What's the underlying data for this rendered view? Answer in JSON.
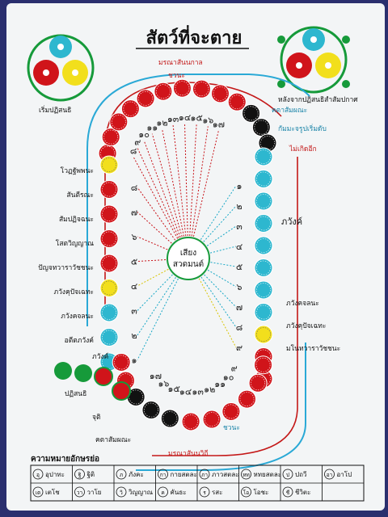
{
  "title": "สัตว์ที่จะตาย",
  "center_label_1": "เสียง",
  "center_label_2": "สวดมนต์",
  "caption_left_top": "เริ่มปฏิสนธิ",
  "caption_right_top": "หลังจากปฏิสนธิสำสัมปกาศ",
  "arc_top_label": "มรณาสันนกาล",
  "arc_top_label2": "ชวนะ",
  "arc_bottom_label": "มรณาสันนวิถี",
  "arc_bottom_label2": "ชวนะ",
  "left_labels": [
    "โวฏฐัพพนะ",
    "สันตีรณะ",
    "สัมปฏิจฉนะ",
    "โสตวิญญาณ",
    "ปัญจทวาราวัชชนะ",
    "ภวังคุปัจเฉทะ",
    "ภวังคจลนะ",
    "อตีตภวังค์"
  ],
  "right_labels_top": [
    "คตาสัมผณะ",
    "กัมมะจรูปเริ่มดับ",
    "ไม่เกิดอีก"
  ],
  "right_label_bhavanga": "ภวังค์",
  "right_labels_bottom": [
    "ภวังคจลนะ",
    "ภวังคุปัจเฉทะ",
    "มโนทวาราวัชชนะ"
  ],
  "bottom_left_labels": [
    "ภวังค์",
    "ปฏิสนธิ",
    "จุติ",
    "คตาสัมผณะ"
  ],
  "top_arc_numbers": [
    "๑๗",
    "๑๖",
    "๑๕",
    "๑๔",
    "๑๓",
    "๑๒",
    "๑๑",
    "๑๐",
    "๙",
    "๘"
  ],
  "left_numbers": [
    "๘",
    "๗",
    "๖",
    "๕",
    "๔",
    "๓",
    "๒",
    "๑"
  ],
  "right_numbers": [
    "๑",
    "๒",
    "๓",
    "๔",
    "๕",
    "๖",
    "๗",
    "๘",
    "๙"
  ],
  "bottom_arc_numbers": [
    "๑๗",
    "๑๖",
    "๑๕",
    "๑๔",
    "๑๓",
    "๑๒",
    "๑๑",
    "๑๐",
    "๙"
  ],
  "legend_title": "ความหมายอักษรย่อ",
  "legend": [
    [
      "อุ",
      "อุปาทะ"
    ],
    [
      "ฐิ",
      "ฐิติ"
    ],
    [
      "ภ",
      "ภังคะ"
    ],
    [
      "กา",
      "กายสตละ"
    ],
    [
      "ภา",
      "ภาวสตละ"
    ],
    [
      "หท",
      "หทยสตละ"
    ],
    [
      "ป",
      "ปถวี"
    ],
    [
      "อา",
      "อาโป"
    ],
    [
      "เต",
      "เตโช"
    ],
    [
      "วา",
      "วาโย"
    ],
    [
      "วิ",
      "วิญญาณ"
    ],
    [
      "ค",
      "คันธะ"
    ],
    [
      "ร",
      "รสะ"
    ],
    [
      "โอ",
      "โอชะ"
    ],
    [
      "ชี",
      "ชีวิตะ"
    ],
    [
      "",
      ""
    ]
  ],
  "colors": {
    "red": "#d0141a",
    "yellow": "#f2df1c",
    "cyan": "#2db7cf",
    "black": "#111111",
    "green": "#169a3a",
    "blue_arc": "#2aa9d6",
    "red_arc": "#c41818",
    "dot_red": "#c8141a",
    "dot_cyan": "#19a8c6",
    "dot_yellow": "#d8c400"
  }
}
